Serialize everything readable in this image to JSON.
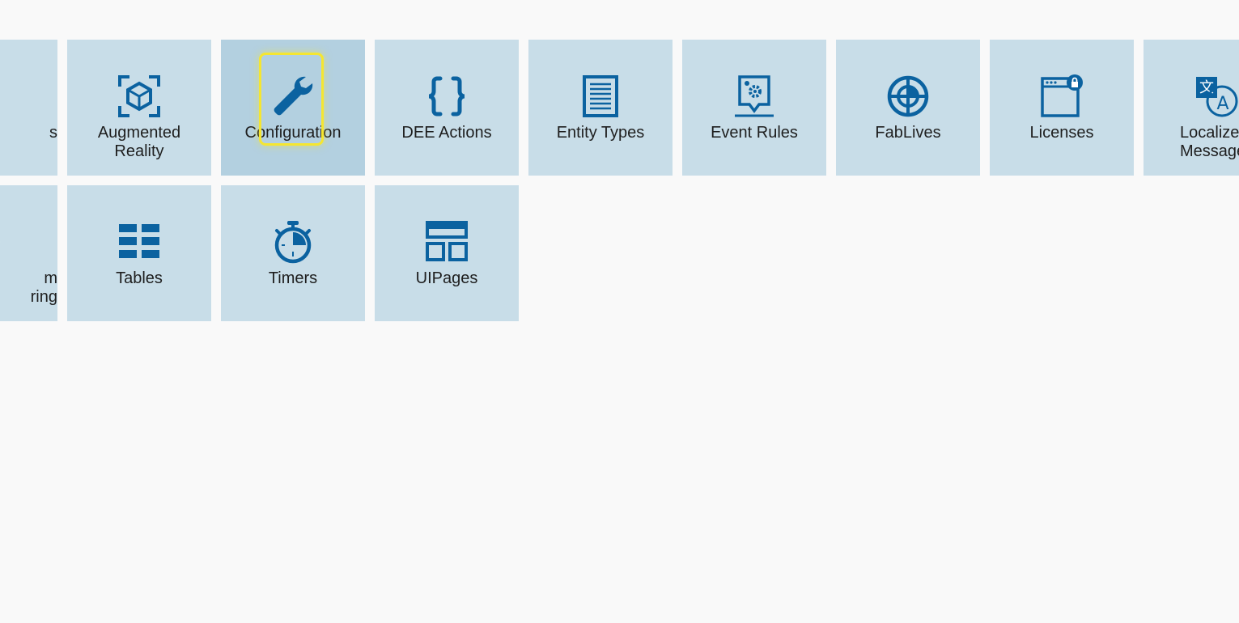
{
  "colors": {
    "tile_background": "#c8dde8",
    "tile_selected_background": "#b3d0e0",
    "icon": "#0b62a0",
    "highlight_border": "#f5e630",
    "page_background": "#f9f9f9"
  },
  "tiles": [
    {
      "label": "s",
      "icon": "partial-icon"
    },
    {
      "label": "Augmented\nReality",
      "icon": "augmented-reality-cube-icon"
    },
    {
      "label": "Configuration",
      "icon": "wrench-icon",
      "selected": true
    },
    {
      "label": "DEE Actions",
      "icon": "curly-braces-icon"
    },
    {
      "label": "Entity Types",
      "icon": "document-lines-icon"
    },
    {
      "label": "Event Rules",
      "icon": "event-gear-icon"
    },
    {
      "label": "FabLives",
      "icon": "target-globe-icon"
    },
    {
      "label": "Licenses",
      "icon": "window-lock-icon"
    },
    {
      "label": "Localize\nMessage",
      "icon": "translate-icon"
    },
    {
      "label": "m\nring",
      "icon": "partial-icon"
    },
    {
      "label": "Tables",
      "icon": "table-grid-icon"
    },
    {
      "label": "Timers",
      "icon": "stopwatch-icon"
    },
    {
      "label": "UIPages",
      "icon": "page-layout-icon"
    }
  ]
}
